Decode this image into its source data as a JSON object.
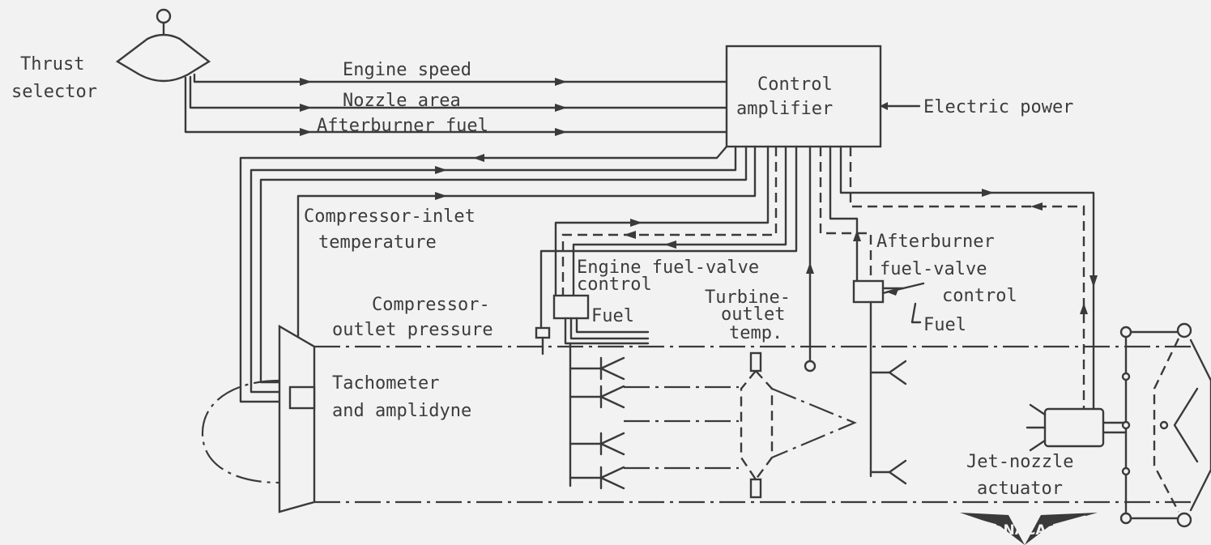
{
  "labels": {
    "thrust_selector_1": "Thrust",
    "thrust_selector_2": "selector",
    "engine_speed": "Engine speed",
    "nozzle_area": "Nozzle area",
    "afterburner_fuel": "Afterburner fuel",
    "control_amplifier_1": "Control",
    "control_amplifier_2": "amplifier",
    "electric_power": "Electric power",
    "compressor_inlet_1": "Compressor-inlet",
    "compressor_inlet_2": "temperature",
    "engine_fuel_valve_1": "Engine fuel-valve",
    "engine_fuel_valve_2": "control",
    "fuel_engine": "Fuel",
    "compressor_outlet_1": "Compressor-",
    "compressor_outlet_2": "outlet pressure",
    "turbine_outlet_1": "Turbine-",
    "turbine_outlet_2": "outlet",
    "turbine_outlet_3": "temp.",
    "afterburner_valve_1": "Afterburner",
    "afterburner_valve_2": "fuel-valve",
    "afterburner_valve_3": "control",
    "fuel_afterburner": "Fuel",
    "tachometer_1": "Tachometer",
    "tachometer_2": "and amplidyne",
    "jet_nozzle_1": "Jet-nozzle",
    "jet_nozzle_2": "actuator"
  },
  "logo": {
    "text": "NACA"
  },
  "colors": {
    "background": "#f2f2f2",
    "ink": "#3a3a3a"
  }
}
